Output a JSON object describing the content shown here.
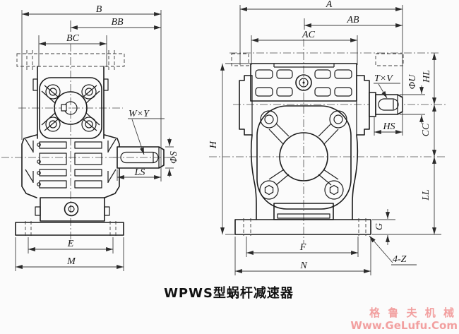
{
  "caption": "WPWS型蜗杆减速器",
  "watermark": {
    "line1": "格 鲁 夫 机 械",
    "line2": "Www.GeLufu.Com",
    "color": "#f2a0a0"
  },
  "colors": {
    "background": "#fbfbfb",
    "drawing_line": "#1c1c1c",
    "dimension_line": "#3c3c3c"
  },
  "left_view": {
    "dims": {
      "B": "B",
      "BB": "BB",
      "BC": "BC",
      "WXY": "W×Y",
      "PHI_S": "ΦS",
      "LS": "LS",
      "E": "E",
      "M": "M"
    }
  },
  "right_view": {
    "dims": {
      "A": "A",
      "AB": "AB",
      "AC": "AC",
      "H": "H",
      "TXV": "T×V",
      "PHI_U": "ΦU",
      "HS": "HS",
      "HL": "HL",
      "CC": "CC",
      "LL": "LL",
      "G": "G",
      "F": "F",
      "N": "N",
      "Z4": "4-Z"
    }
  }
}
